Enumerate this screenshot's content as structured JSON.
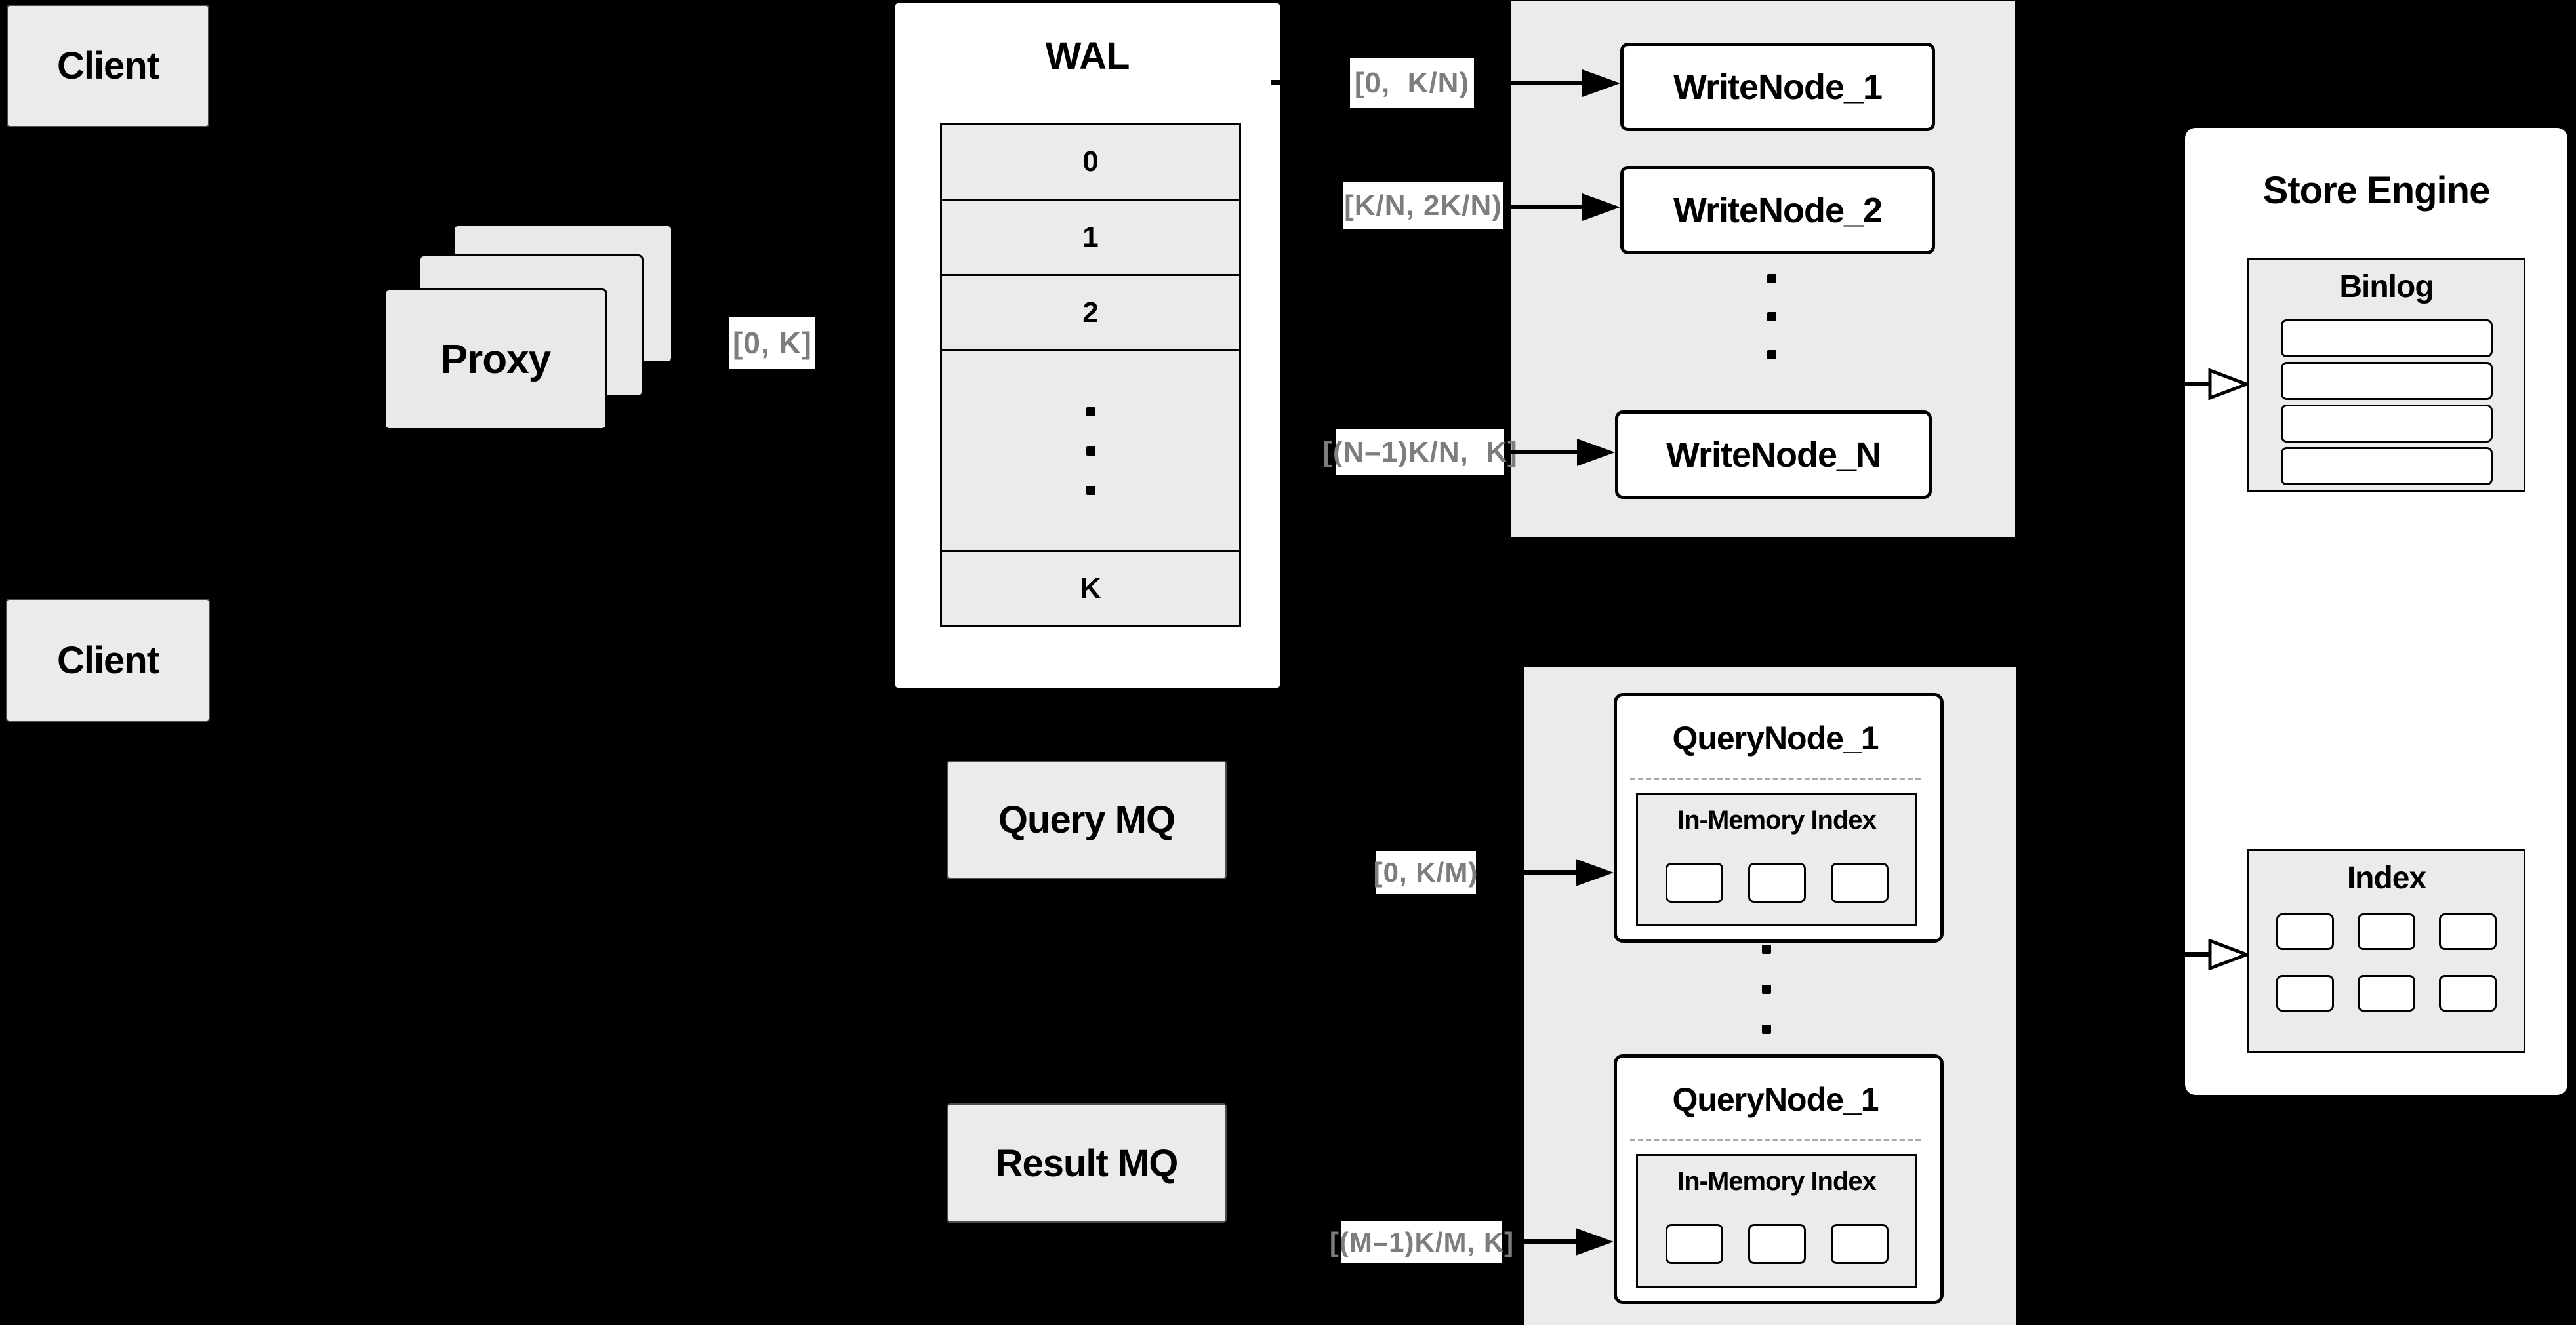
{
  "colors": {
    "background": "#000000",
    "gray_box_fill": "#ebebeb",
    "white_fill": "#ffffff",
    "line_black": "#000000",
    "range_label_text": "#7d7d7d",
    "dashed_divider": "#a9a9a9"
  },
  "clients": {
    "top_label": "Client",
    "bottom_label": "Client"
  },
  "proxy": {
    "label": "Proxy"
  },
  "flow_labels": {
    "proxy_to_wal": "[0, K]",
    "write": [
      "[0,  K/N)",
      "[K/N, 2K/N)",
      "[(N–1)K/N,  K]"
    ],
    "query": [
      "[0, K/M)",
      "[(M–1)K/M, K]"
    ]
  },
  "wal": {
    "title": "WAL",
    "segments": [
      "0",
      "1",
      "2",
      "K"
    ]
  },
  "write_nodes": [
    "WriteNode_1",
    "WriteNode_2",
    "WriteNode_N"
  ],
  "mq": {
    "query_label": "Query MQ",
    "result_label": "Result MQ"
  },
  "query_nodes": [
    {
      "title": "QueryNode_1",
      "inner_title": "In-Memory Index"
    },
    {
      "title": "QueryNode_1",
      "inner_title": "In-Memory Index"
    }
  ],
  "store_engine": {
    "title": "Store Engine",
    "binlog_title": "Binlog",
    "index_title": "Index"
  }
}
